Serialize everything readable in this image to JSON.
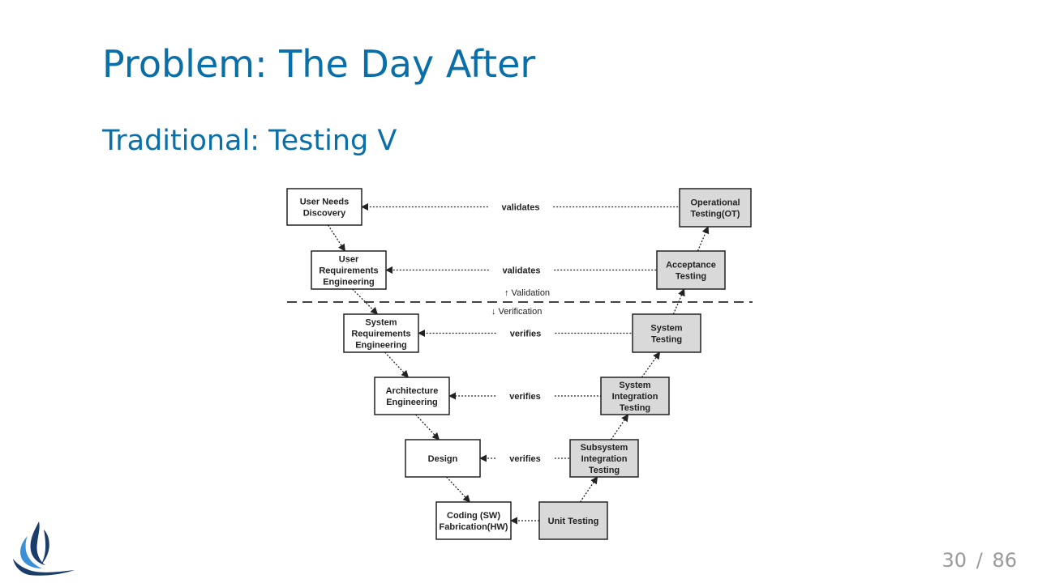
{
  "slide": {
    "title": "Problem: The Day After",
    "subtitle": "Traditional: Testing V",
    "page_current": "30",
    "page_separator": "/",
    "page_total": "86"
  },
  "diagram": {
    "left_boxes": [
      [
        "User Needs",
        "Discovery"
      ],
      [
        "User",
        "Requirements",
        "Engineering"
      ],
      [
        "System",
        "Requirements",
        "Engineering"
      ],
      [
        "Architecture",
        "Engineering"
      ],
      [
        "Design"
      ],
      [
        "Coding (SW)",
        "Fabrication(HW)"
      ]
    ],
    "right_boxes": [
      [
        "Operational",
        "Testing(OT)"
      ],
      [
        "Acceptance",
        "Testing"
      ],
      [
        "System",
        "Testing"
      ],
      [
        "System",
        "Integration",
        "Testing"
      ],
      [
        "Subsystem",
        "Integration",
        "Testing"
      ],
      [
        "Unit Testing"
      ]
    ],
    "link_labels": [
      "validates",
      "validates",
      "verifies",
      "verifies",
      "verifies"
    ],
    "validation_label": "Validation",
    "verification_label": "Verification",
    "colors": {
      "left_fill": "#ffffff",
      "right_fill": "#d9d9d9",
      "stroke": "#222222",
      "title": "#0a6fa8"
    }
  },
  "logo": {
    "icon": "bird-logo-icon"
  }
}
